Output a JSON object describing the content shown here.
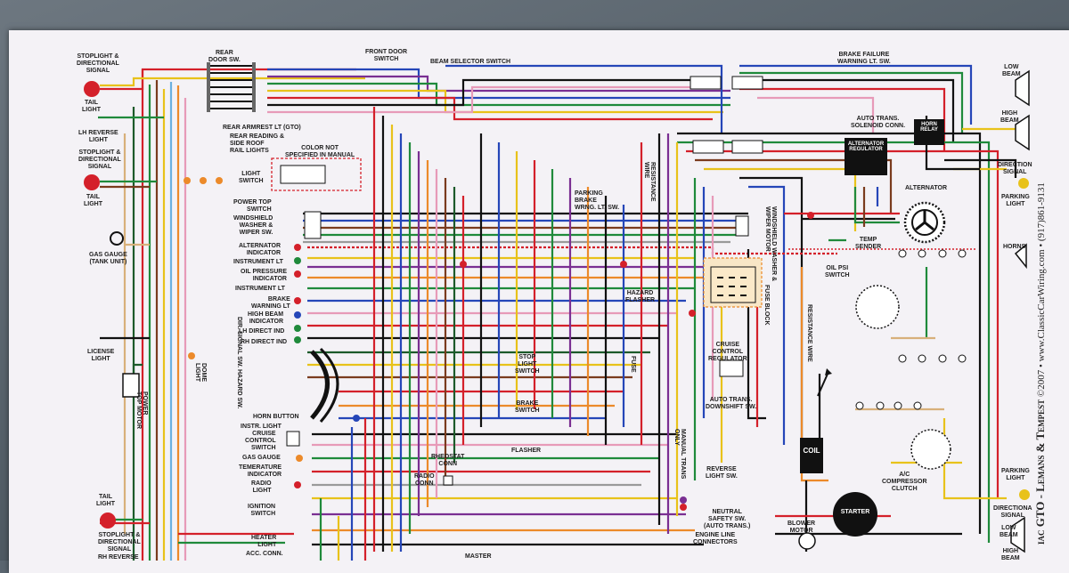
{
  "diagram": {
    "left_labels": {
      "stoplight_top": "STOPLIGHT &\nDIRECTIONAL\nSIGNAL",
      "tail_light_top": "TAIL\nLIGHT",
      "lh_reverse_top": "LH REVERSE\nLIGHT",
      "stoplight_mid": "STOPLIGHT &\nDIRECTIONAL\nSIGNAL",
      "tail_light_mid": "TAIL\nLIGHT",
      "gas_gauge": "GAS GAUGE\n(TANK UNIT)",
      "license_light": "LICENSE\nLIGHT",
      "power_top_motor": "POWER\nTOP MOTOR",
      "tail_light_bot": "TAIL\nLIGHT",
      "stoplight_bot": "STOPLIGHT &\nDIRECTIONAL\nSIGNAL",
      "rh_reverse_bot": "RH REVERSE"
    },
    "top_labels": {
      "rear_door_sw": "REAR\nDOOR SW.",
      "front_door_switch": "FRONT DOOR\nSWITCH",
      "beam_selector_switch": "BEAM SELECTOR SWITCH",
      "brake_failure": "BRAKE FAILURE\nWARNING LT. SW.",
      "rear_armrest": "REAR ARMREST LT (GTO)",
      "rear_reading": "REAR READING &\nSIDE ROOF\nRAIL LIGHTS",
      "color_not_specified": "COLOR NOT\nSPECIFIED IN MANUAL",
      "light_switch": "LIGHT\nSWITCH",
      "auto_trans_solenoid": "AUTO TRANS.\nSOLENOID CONN.",
      "horn_relay": "HORN\nRELAY",
      "alternator_regulator": "ALTERNATOR\nREGULATOR",
      "alternator": "ALTERNATOR",
      "low_beam": "LOW\nBEAM",
      "high_beam": "HIGH\nBEAM",
      "direction_signal": "DIRECTION\nSIGNAL",
      "parking_light_top": "PARKING\nLIGHT",
      "horns": "HORNS"
    },
    "dash_labels": {
      "power_top_switch": "POWER TOP\nSWITCH",
      "windshield": "WINDSHIELD\nWASHER &\nWIPER SW.",
      "parking_brake": "PARKING\nBRAKE\nWRNG. LT. SW.",
      "resistance_wire": "RESISTANCE\nWIRE",
      "alternator_indicator": "ALTERNATOR\nINDICATOR",
      "instrument_lt_1": "INSTRUMENT LT",
      "oil_pressure": "OIL PRESSURE\nINDICATOR",
      "instrument_lt_2": "INSTRUMENT LT",
      "brake_warning": "BRAKE\nWARNING LT",
      "high_beam_ind": "HIGH BEAM\nINDICATOR",
      "lh_direct": "LH DIRECT IND",
      "rh_direct": "RH DIRECT IND",
      "dome_light": "DOME\nLIGHT",
      "dir_signal_sw": "DIR. SIGNAL SW. HAZARD SW.",
      "horn_button": "HORN BUTTON",
      "instr_light": "INSTR. LIGHT",
      "cruise_control": "CRUISE\nCONTROL\nSWITCH",
      "gas_gauge_dash": "GAS GAUGE",
      "temp_indicator": "TEMERATURE\nINDICATOR",
      "radio_light": "RADIO\nLIGHT",
      "ignition_switch": "IGNITION\nSWITCH",
      "heater_light": "HEATER\nLIGHT",
      "acc_conn": "ACC. CONN.",
      "rheostat": "RHEOSTAT\nCONN",
      "radio_conn": "RADIO\nCONN",
      "flasher": "FLASHER",
      "master": "MASTER",
      "hazard_flasher": "HAZARD\nFLASHER",
      "fuse_block": "FUSE BLOCK",
      "fuse": "FUSE",
      "stop_light_switch": "STOP\nLIGHT\nSWITCH",
      "brake_switch": "BRAKE\nSWITCH",
      "cruise_reg": "CRUISE\nCONTROL\nREGULATOR",
      "auto_downshift": "AUTO TRANS.\nDOWNSHIFT SW.",
      "manual_trans_only": "MANUAL TRANS\nONLY",
      "reverse_light_sw": "REVERSE\nLIGHT SW.",
      "neutral_safety": "NEUTRAL\nSAFETY SW.\n(AUTO TRANS.)",
      "engine_line": "ENGINE LINE\nCONNECTORS",
      "windshield_wiper_motor": "WINDSHIELD WASHER &\nWIPER MOTOR"
    },
    "engine_labels": {
      "temp_sender": "TEMP\nSENDER",
      "oil_psi_switch": "OIL PSI\nSWITCH",
      "resistance_wire_2": "RESISTANCE WIRE",
      "coil": "COIL",
      "ac_compressor": "A/C\nCOMPRESSOR\nCLUTCH",
      "starter": "STARTER",
      "blower_motor": "BLOWER\nMOTOR",
      "parking_light_bot": "PARKING\nLIGHT",
      "direction_signal_bot": "DIRECTIONA\nSIGNAL",
      "low_beam_bot": "LOW\nBEAM",
      "high_beam_bot": "HIGH\nBEAM"
    },
    "side_text": {
      "title": "iac GTO - Lemans & Tempest",
      "copyright": "©2007 • www.ClassicCarWiring.com • (917)861-9131"
    },
    "colors": {
      "red": "#d4202a",
      "green": "#1f8a3b",
      "blue": "#2546b8",
      "yellow": "#e8c21a",
      "orange": "#ec8a2a",
      "brown": "#7a3b1e",
      "pink": "#e79ab8",
      "purple": "#7a2f92",
      "black": "#111111",
      "gray": "#9a9a9a",
      "tan": "#d8b07a",
      "lightblue": "#6bb0e0",
      "darkgreen": "#1c5a2a",
      "white": "#ffffff",
      "maroon": "#7d1b2a"
    }
  }
}
